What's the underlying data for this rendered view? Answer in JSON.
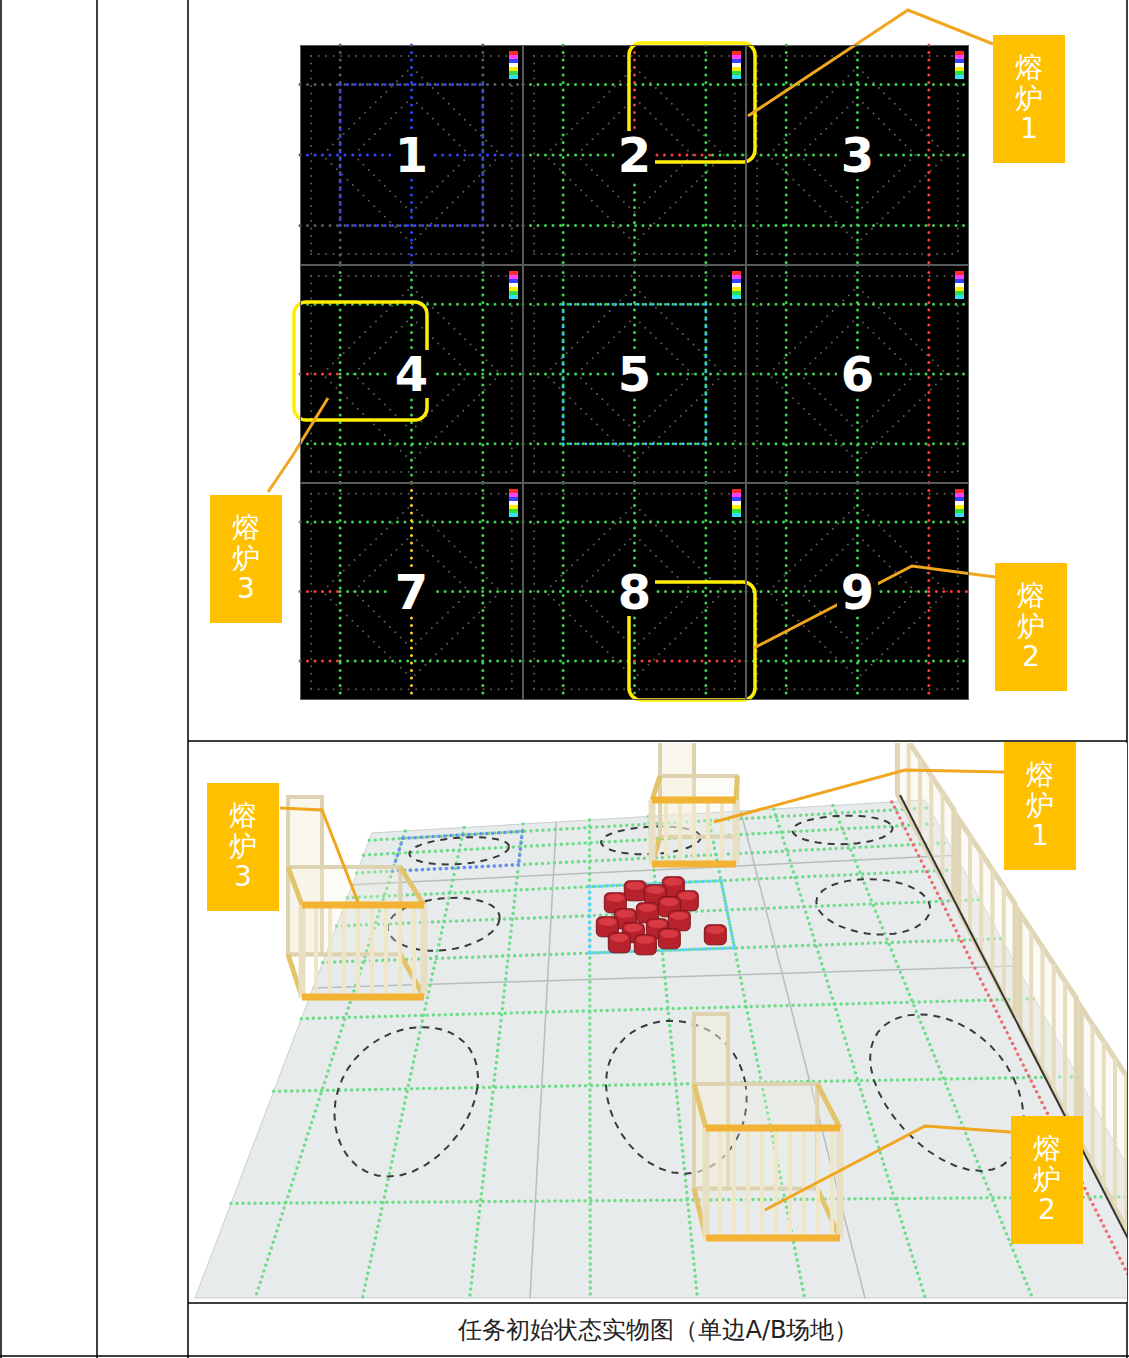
{
  "diagram": {
    "caption": "任务初始状态实物图（单边A/B场地）",
    "nodes": [
      {
        "text": [
          "1"
        ]
      },
      {
        "text": [
          "2"
        ]
      },
      {
        "text": [
          "3"
        ]
      },
      {
        "text": [
          "熔炉 1"
        ]
      },
      {
        "text": [
          "4"
        ]
      },
      {
        "text": [
          "5"
        ]
      },
      {
        "text": [
          "6"
        ]
      },
      {
        "text": [
          "熔炉 3"
        ]
      },
      {
        "text": [
          "7"
        ]
      },
      {
        "text": [
          "8"
        ]
      },
      {
        "text": [
          "9"
        ]
      },
      {
        "text": [
          "熔炉 2"
        ]
      },
      {
        "text": [
          "熔炉 3"
        ]
      },
      {
        "text": [
          "熔炉 1"
        ]
      },
      {
        "text": [
          "熔炉 2"
        ]
      }
    ]
  }
}
